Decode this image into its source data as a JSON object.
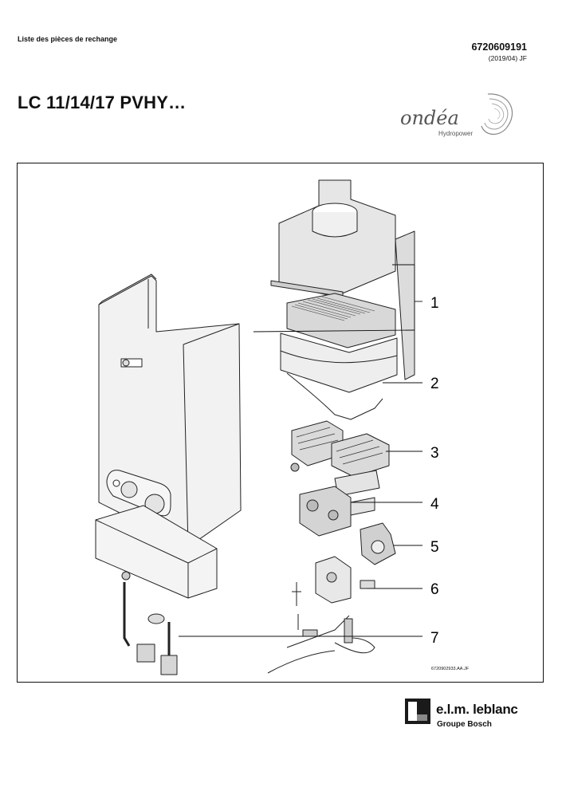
{
  "header": {
    "left_text": "Liste des pièces de rechange",
    "doc_number": "6720609191",
    "doc_date": "(2019/04) JF"
  },
  "title": "LC 11/14/17 PVHY…",
  "brand": {
    "name": "ondéa",
    "subtitle": "Hydropower"
  },
  "diagram": {
    "reference": "6720902933.AA.JF",
    "callouts": [
      "1",
      "2",
      "3",
      "4",
      "5",
      "6",
      "7"
    ]
  },
  "footer": {
    "company": "e.l.m. leblanc",
    "group": "Groupe Bosch"
  }
}
